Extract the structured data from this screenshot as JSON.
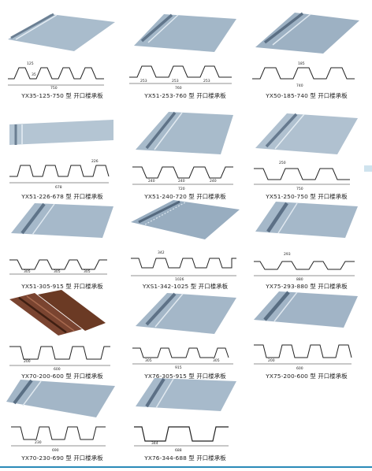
{
  "panels": [
    {
      "caption": "YX35-125-750 型 开口楼承板",
      "dims": [
        "125",
        "35",
        "750"
      ]
    },
    {
      "caption": "YX51-253-760 型 开口楼承板",
      "dims": [
        "253",
        "253",
        "253",
        "760"
      ]
    },
    {
      "caption": "YX50-185-740 型 开口楼承板",
      "dims": [
        "185",
        "740"
      ]
    },
    {
      "caption": "YX51-226-678 型 开口楼承板",
      "dims": [
        "226",
        "678"
      ]
    },
    {
      "caption": "YX51-240-720 型 开口楼承板",
      "dims": [
        "240",
        "240",
        "240",
        "720"
      ]
    },
    {
      "caption": "YX51-250-750 型 开口楼承板",
      "dims": [
        "250",
        "750"
      ]
    },
    {
      "caption": "YX51-305-915 型 开口楼承板",
      "dims": [
        "305",
        "305",
        "305"
      ]
    },
    {
      "caption": "YXS1-342-1025 型 开口楼承板",
      "dims": [
        "342",
        "1026"
      ]
    },
    {
      "caption": "YX75-293-880 型 开口楼承板",
      "dims": [
        "293",
        "880"
      ]
    },
    {
      "caption": "YX70-200-600 型 开口楼承板",
      "dims": [
        "200",
        "600"
      ]
    },
    {
      "caption": "YX76-305-915 型 开口楼承板",
      "dims": [
        "305",
        "915",
        "305"
      ]
    },
    {
      "caption": "YX75-200-600 型 开口楼承板",
      "dims": [
        "200",
        "600"
      ]
    },
    {
      "caption": "YX70-230-690 型 开口楼承板",
      "dims": [
        "230",
        "690"
      ]
    },
    {
      "caption": "YX76-344-688 型 开口楼承板",
      "dims": [
        "344",
        "688"
      ]
    }
  ],
  "colors": {
    "steel": "#9fb2c4",
    "steel_dark": "#5e7186",
    "steel_light": "#dbe5ee",
    "brown": "#6b3a24",
    "accent": "#2a8ab8"
  }
}
